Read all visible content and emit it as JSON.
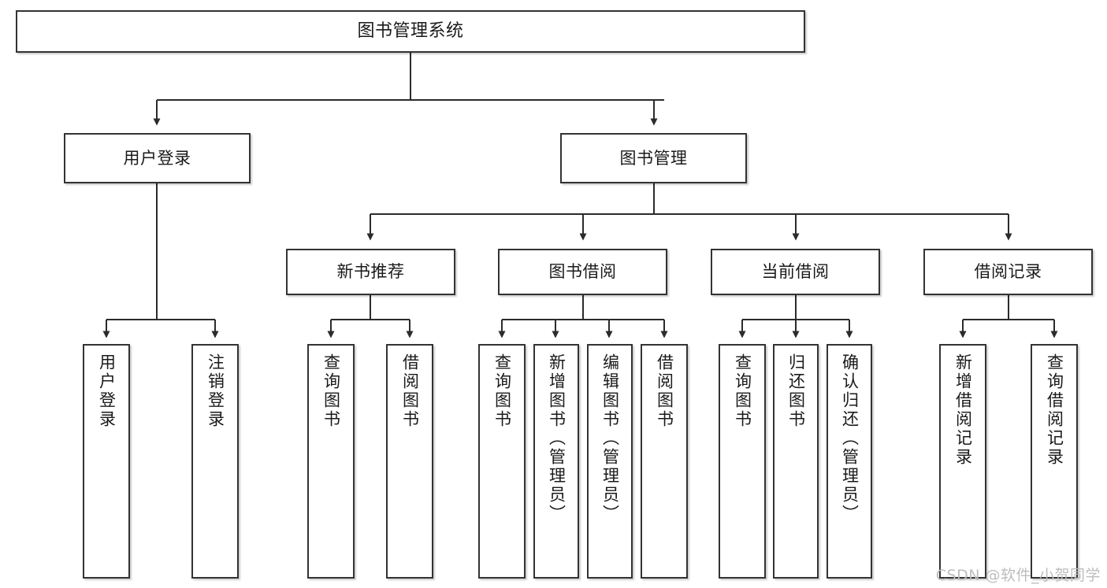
{
  "diagram": {
    "title": "图书管理系统",
    "type": "tree",
    "watermark": "CSDN @软件_小贺同学",
    "colors": {
      "box_border": "#333333",
      "box_fill": "#ffffff",
      "connector": "#2b2b2b",
      "text": "#1a1a1a",
      "watermark": "#bdbdbd"
    },
    "nodes": {
      "root": {
        "label": "图书管理系统",
        "level": 1
      },
      "user_login": {
        "label": "用户登录",
        "level": 2
      },
      "book_manage": {
        "label": "图书管理",
        "level": 2
      },
      "new_book_rec": {
        "label": "新书推荐",
        "level": 3
      },
      "book_borrow": {
        "label": "图书借阅",
        "level": 3
      },
      "current_borrow": {
        "label": "当前借阅",
        "level": 3
      },
      "borrow_record": {
        "label": "借阅记录",
        "level": 3
      },
      "leaf_user_login": {
        "label": "用户登录",
        "level": 4
      },
      "leaf_logout": {
        "label": "注销登录",
        "level": 4
      },
      "leaf_query_book_1": {
        "label": "查询图书",
        "level": 4
      },
      "leaf_borrow_book_1": {
        "label": "借阅图书",
        "level": 4
      },
      "leaf_query_book_2": {
        "label": "查询图书",
        "level": 4
      },
      "leaf_add_book": {
        "label": "新增图书（管理员）",
        "level": 4
      },
      "leaf_edit_book": {
        "label": "编辑图书（管理员）",
        "level": 4
      },
      "leaf_borrow_book_2": {
        "label": "借阅图书",
        "level": 4
      },
      "leaf_query_book_3": {
        "label": "查询图书",
        "level": 4
      },
      "leaf_return_book": {
        "label": "归还图书",
        "level": 4
      },
      "leaf_confirm_return": {
        "label": "确认归还（管理员）",
        "level": 4
      },
      "leaf_add_record": {
        "label": "新增借阅记录",
        "level": 4
      },
      "leaf_query_record": {
        "label": "查询借阅记录",
        "level": 4
      }
    }
  }
}
